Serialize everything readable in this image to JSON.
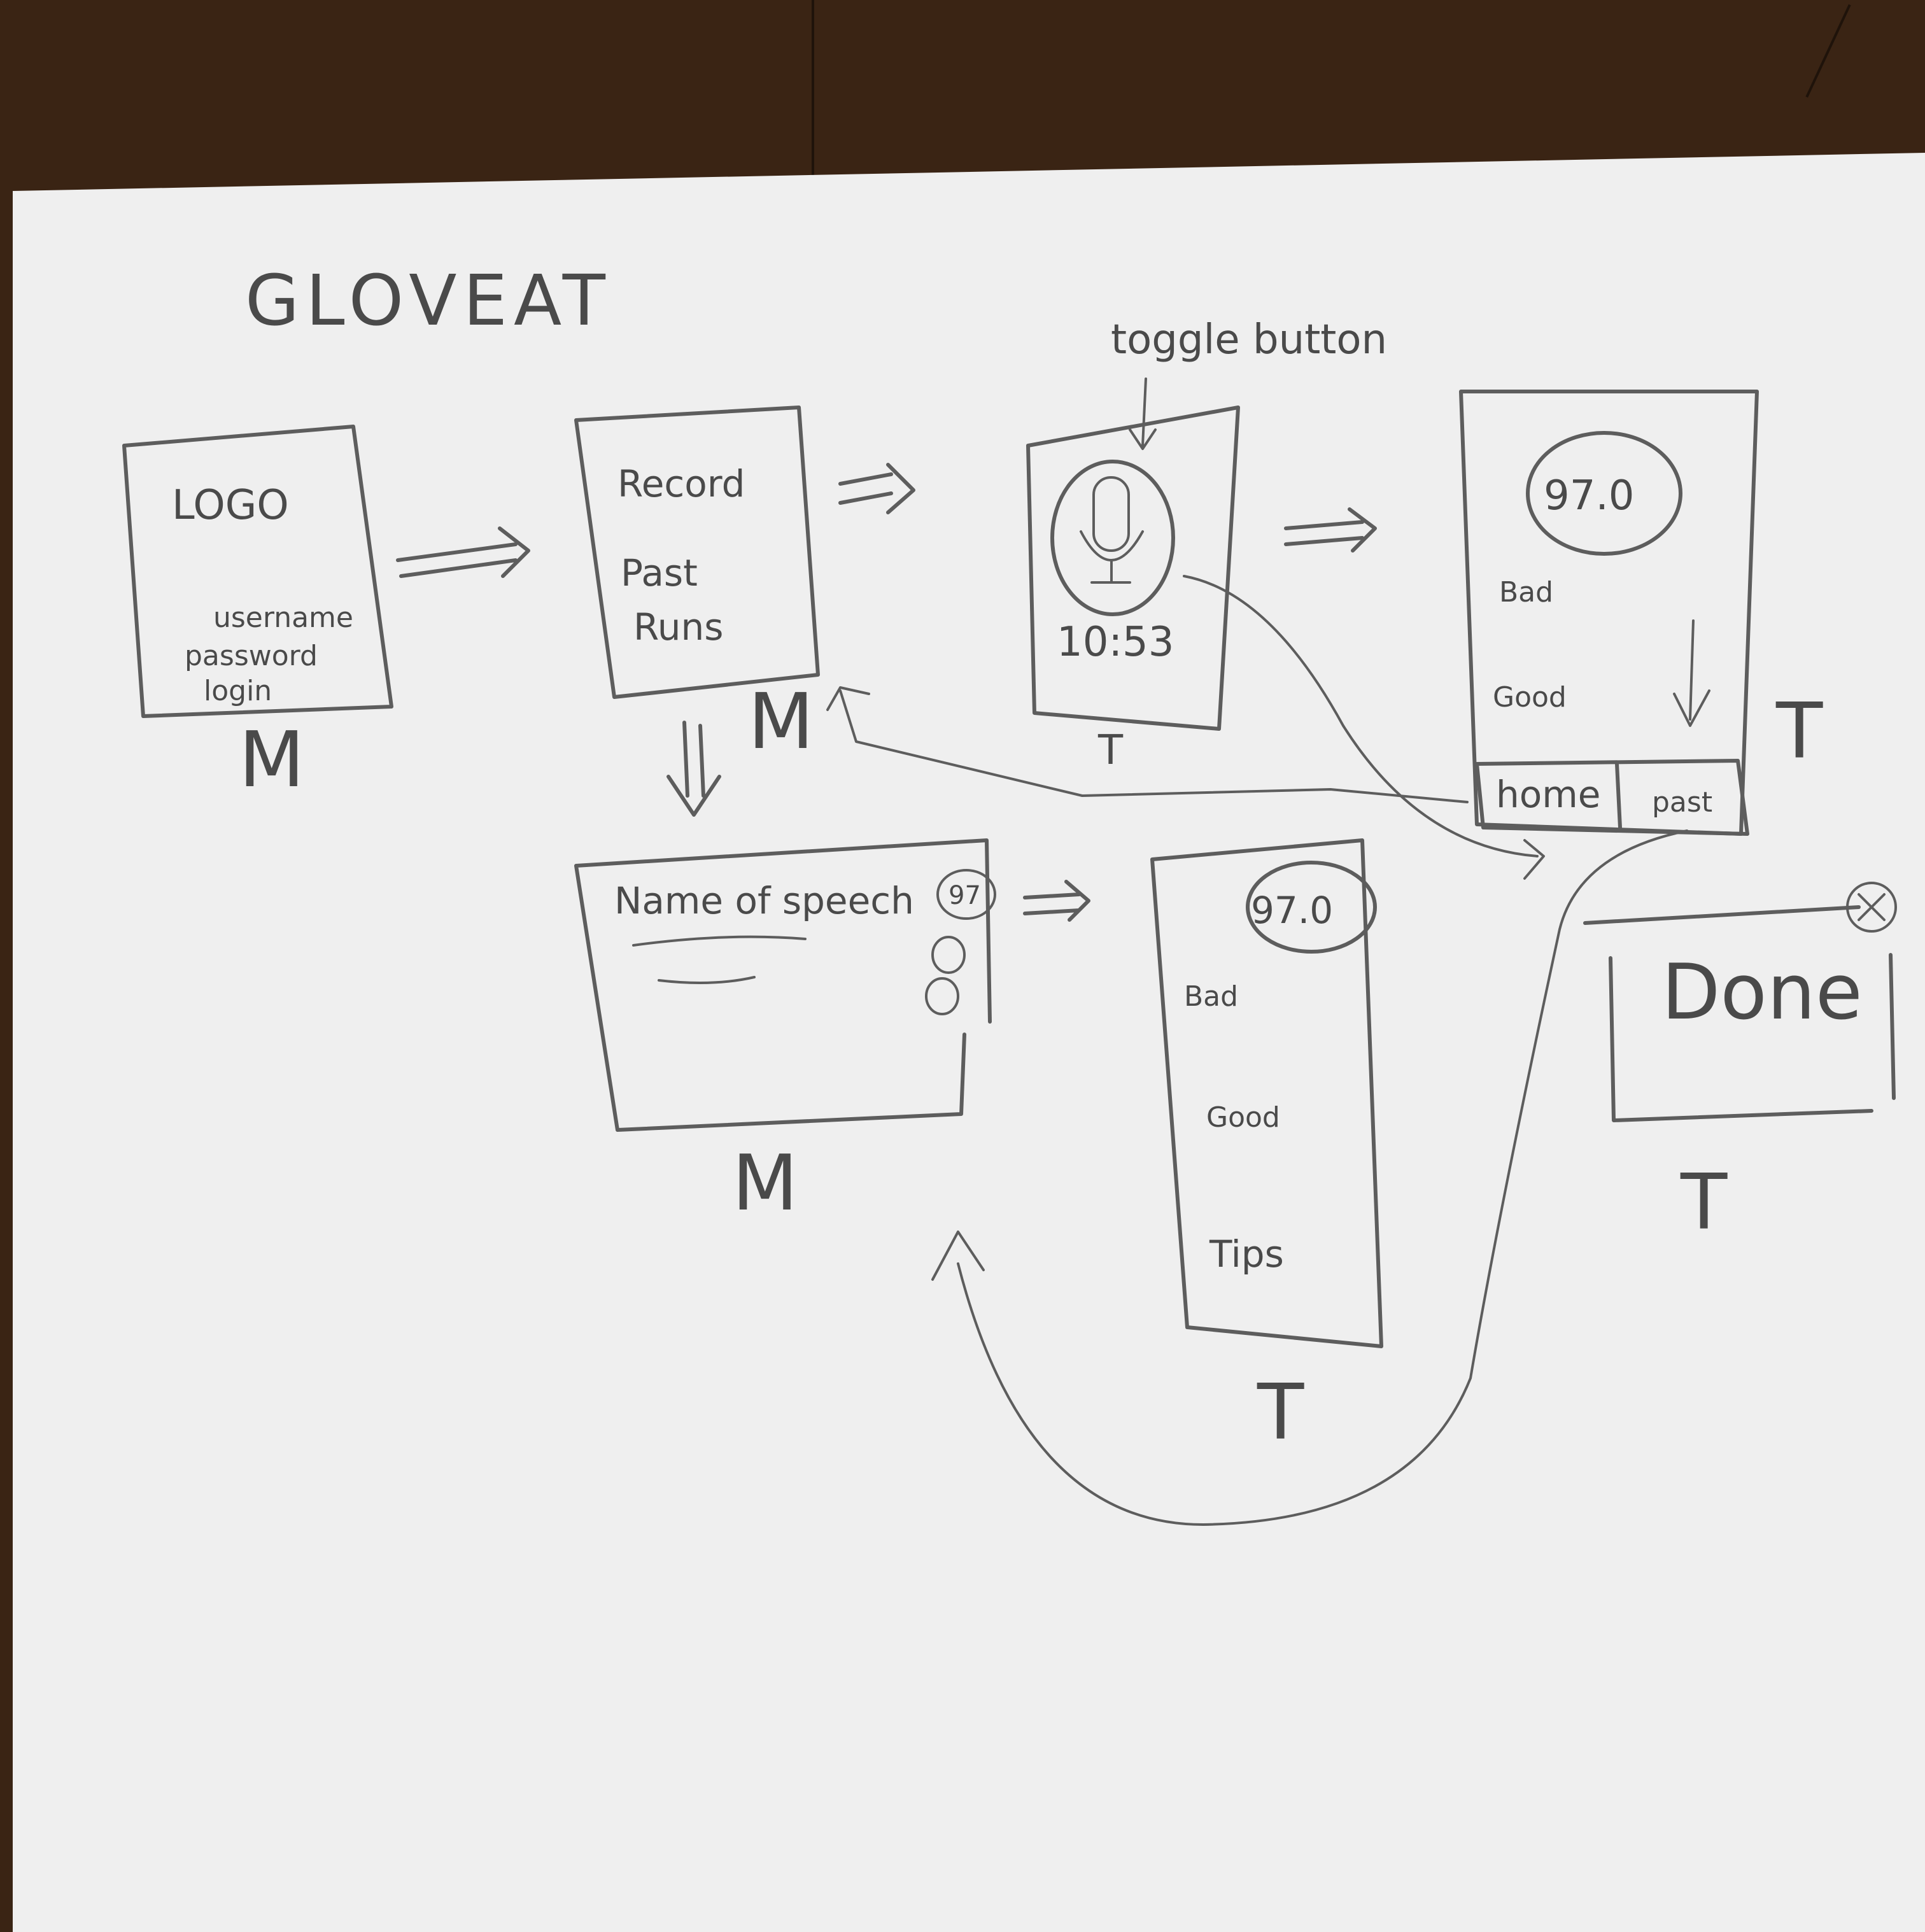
{
  "title": "GLOVEAT",
  "annotation": "toggle button",
  "screens": {
    "login": {
      "logo": "LOGO",
      "username": "username",
      "password": "password",
      "login": "login",
      "tag": "M"
    },
    "menu": {
      "record": "Record",
      "past_line1": "Past",
      "past_line2": "Runs",
      "tag": "M"
    },
    "recorder": {
      "timer": "10:53",
      "tag": "T"
    },
    "results": {
      "score": "97.0",
      "bad": "Bad",
      "good": "Good",
      "home": "home",
      "past": "past",
      "tag": "T"
    },
    "past_runs": {
      "heading": "Name of speech",
      "score": "97",
      "tag": "M"
    },
    "detail": {
      "score": "97.0",
      "bad": "Bad",
      "good": "Good",
      "tips": "Tips",
      "tag": "T"
    },
    "done": {
      "label": "Done",
      "tag": "T"
    }
  },
  "colors": {
    "paper": "#efefef",
    "pencil": "#5d5d5d",
    "table": "#3a2414"
  }
}
